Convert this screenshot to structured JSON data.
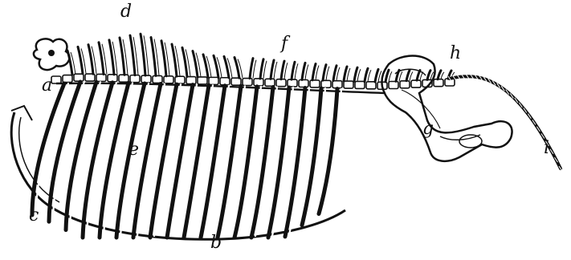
{
  "figure": {
    "labels": {
      "a": "a",
      "b": "b",
      "c": "c",
      "d": "d",
      "e": "e",
      "f": "f",
      "g": "g",
      "h": "h",
      "i": "i"
    },
    "colors": {
      "ink": "#111111",
      "paper": "#ffffff"
    }
  }
}
